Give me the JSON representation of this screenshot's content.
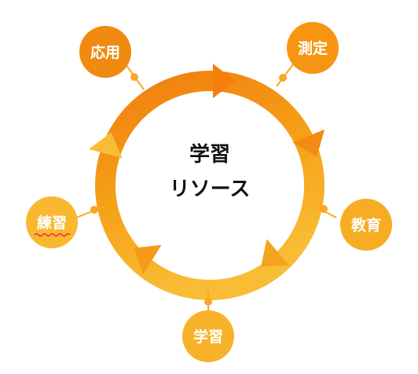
{
  "center": {
    "line1": "学習",
    "line2": "リソース"
  },
  "nodes": [
    {
      "label": "応用",
      "color": "#F08A10"
    },
    {
      "label": "測定",
      "color": "#F59512"
    },
    {
      "label": "教育",
      "color": "#F6AC23"
    },
    {
      "label": "学習",
      "color": "#F8B22A"
    },
    {
      "label": "練習",
      "color": "#F8B830"
    }
  ],
  "ring_colors": {
    "dark": "#F07E0F",
    "mid": "#F6A218",
    "light": "#F9BC35"
  },
  "connector_color": "#F7A825"
}
